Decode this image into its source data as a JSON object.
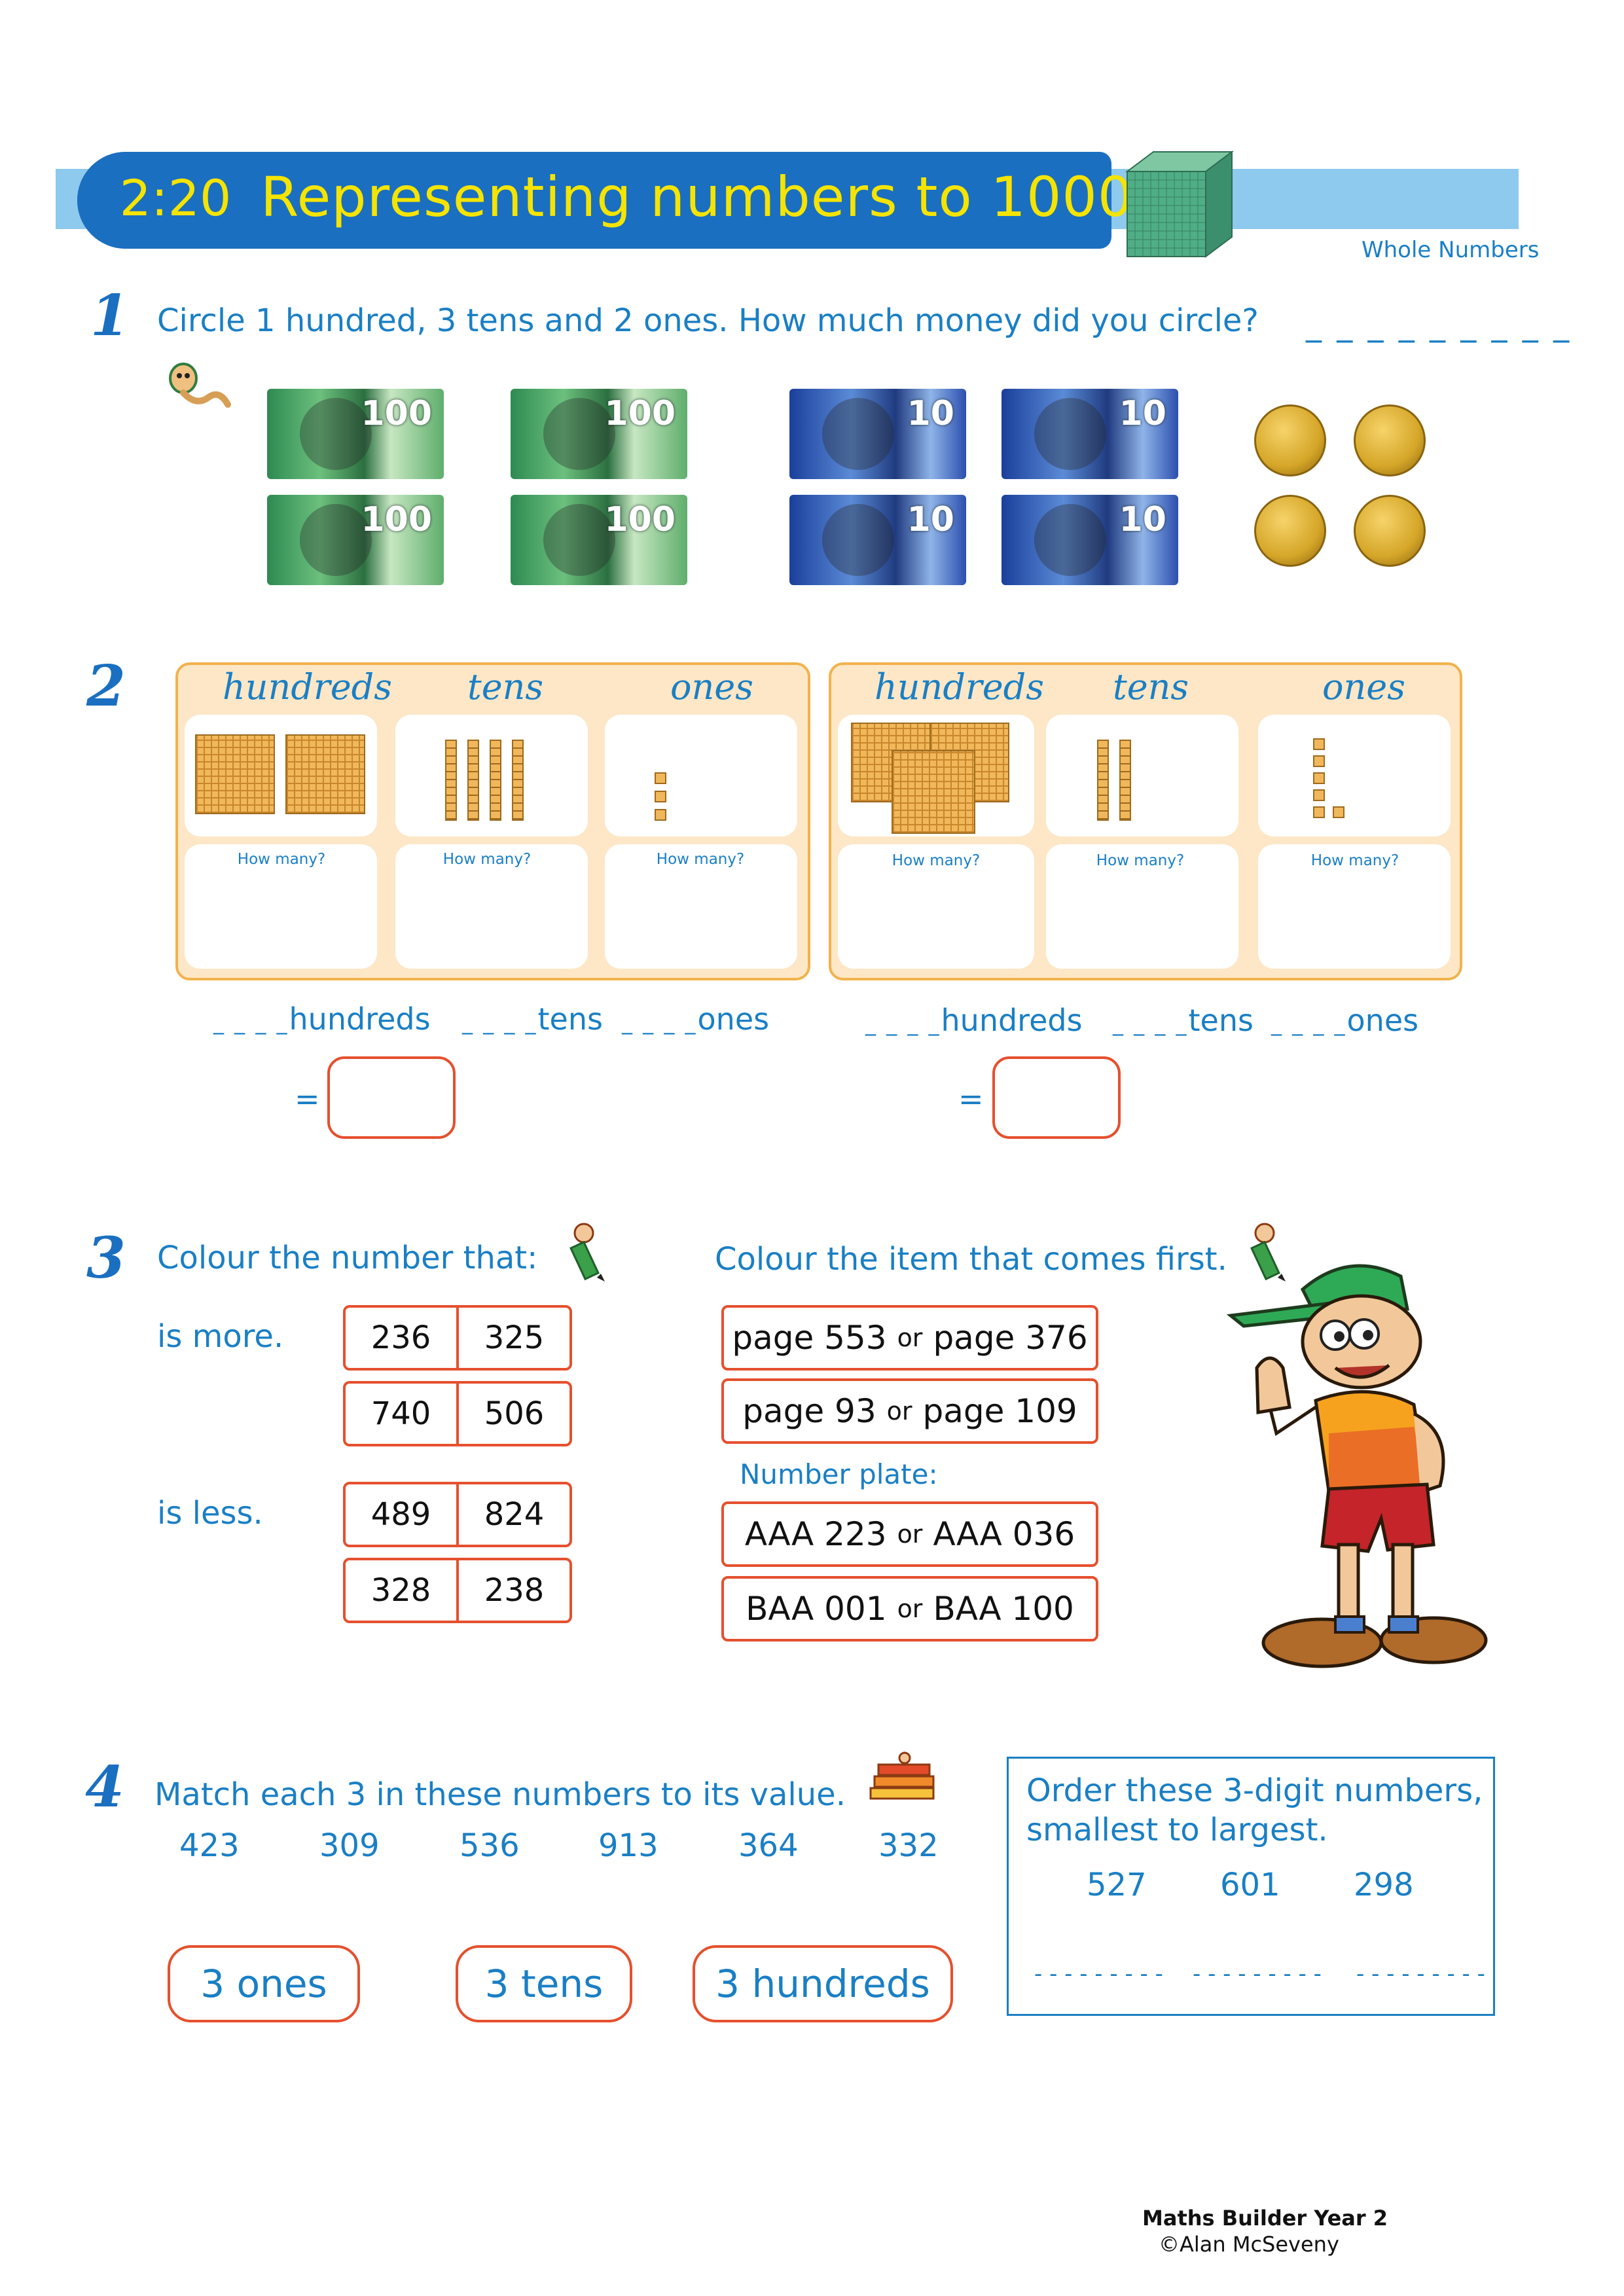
{
  "header": {
    "unit": "2:20",
    "title": "Representing numbers to 1000",
    "strand": "Whole Numbers"
  },
  "q1": {
    "number": "1",
    "text": "Circle 1 hundred, 3 tens and 2 ones. How much money did you circle?",
    "answer_blank": "_ _ _ _ _ _ _ _ _",
    "notes": [
      {
        "kind": "100-dollar-note",
        "label": "100"
      },
      {
        "kind": "100-dollar-note",
        "label": "100"
      },
      {
        "kind": "10-dollar-note",
        "label": "10"
      },
      {
        "kind": "10-dollar-note",
        "label": "10"
      },
      {
        "kind": "100-dollar-note",
        "label": "100"
      },
      {
        "kind": "100-dollar-note",
        "label": "100"
      },
      {
        "kind": "10-dollar-note",
        "label": "10"
      },
      {
        "kind": "10-dollar-note",
        "label": "10"
      }
    ],
    "coins": [
      "1-dollar-coin",
      "1-dollar-coin",
      "1-dollar-coin",
      "1-dollar-coin"
    ]
  },
  "q2": {
    "number": "2",
    "panels": [
      {
        "headings": [
          "hundreds",
          "tens",
          "ones"
        ],
        "how_many": [
          "How many?",
          "How many?",
          "How many?"
        ],
        "blocks": {
          "hundreds": 2,
          "tens": 4,
          "ones": 3
        },
        "labels": [
          "hundreds",
          "tens",
          "ones"
        ],
        "blank": "_ _ _ _",
        "equals": "="
      },
      {
        "headings": [
          "hundreds",
          "tens",
          "ones"
        ],
        "how_many": [
          "How many?",
          "How many?",
          "How many?"
        ],
        "blocks": {
          "hundreds": 3,
          "tens": 2,
          "ones": 6
        },
        "labels": [
          "hundreds",
          "tens",
          "ones"
        ],
        "blank": "_ _ _ _",
        "equals": "="
      }
    ]
  },
  "q3": {
    "number": "3",
    "left_heading": "Colour the number that:",
    "more_label": "is more.",
    "less_label": "is less.",
    "more_pairs": [
      [
        "236",
        "325"
      ],
      [
        "740",
        "506"
      ]
    ],
    "less_pairs": [
      [
        "489",
        "824"
      ],
      [
        "328",
        "238"
      ]
    ],
    "right_heading": "Colour the item that comes first.",
    "items": [
      {
        "a": "page 553",
        "or": "or",
        "b": "page 376"
      },
      {
        "a": "page 93",
        "or": "or",
        "b": "page 109"
      }
    ],
    "plate_label": "Number plate:",
    "plates": [
      {
        "a": "AAA 223",
        "or": "or",
        "b": "AAA 036"
      },
      {
        "a": "BAA 001",
        "or": "or",
        "b": "BAA 100"
      }
    ]
  },
  "q4": {
    "number": "4",
    "text": "Match each 3 in these numbers to its value.",
    "numbers": [
      "423",
      "309",
      "536",
      "913",
      "364",
      "332"
    ],
    "values": [
      "3 ones",
      "3 tens",
      "3 hundreds"
    ],
    "order_title_1": "Order these 3-digit numbers,",
    "order_title_2": "smallest to largest.",
    "order_numbers": [
      "527",
      "601",
      "298"
    ],
    "order_blank": "- - - - - - - - -"
  },
  "footer": {
    "book": "Maths Builder Year 2",
    "copyright": "©Alan McSeveny"
  },
  "colors": {
    "accent_blue": "#1a7fc4",
    "title_yellow": "#f5e400",
    "box_red": "#e5502e",
    "panel_orange": "#f2b24c"
  }
}
